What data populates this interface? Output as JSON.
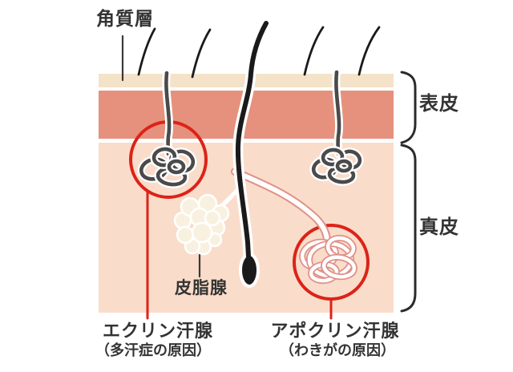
{
  "labels": {
    "stratum_corneum": "角質層",
    "epidermis": "表皮",
    "dermis": "真皮",
    "sebaceous": "皮脂腺",
    "eccrine": "エクリン汗腺",
    "eccrine_note": "（多汗症の原因）",
    "apocrine": "アポクリン汗腺",
    "apocrine_note": "（わきがの原因）"
  },
  "icons": {
    "hair": "hair-strand-icon",
    "eccrine_coil": "eccrine-gland-coil-icon",
    "apocrine_coil": "apocrine-gland-coil-icon",
    "sebaceous_cluster": "sebaceous-gland-icon",
    "follicle_bulb": "hair-follicle-bulb-icon",
    "highlight": "red-highlight-circle",
    "bracket": "range-bracket"
  },
  "colors": {
    "background": "#ffffff",
    "stratum_corneum_layer": "#f4e3c8",
    "epidermis_layer": "#e6917d",
    "dermis_layer": "#fadcca",
    "highlight_red": "#dc2318",
    "gland_gray": "#4a4a4a",
    "hair_black": "#1a1a1a",
    "apocrine_pink": "#e09088",
    "sebaceous_cream": "#f8f1df",
    "text": "#333333"
  }
}
